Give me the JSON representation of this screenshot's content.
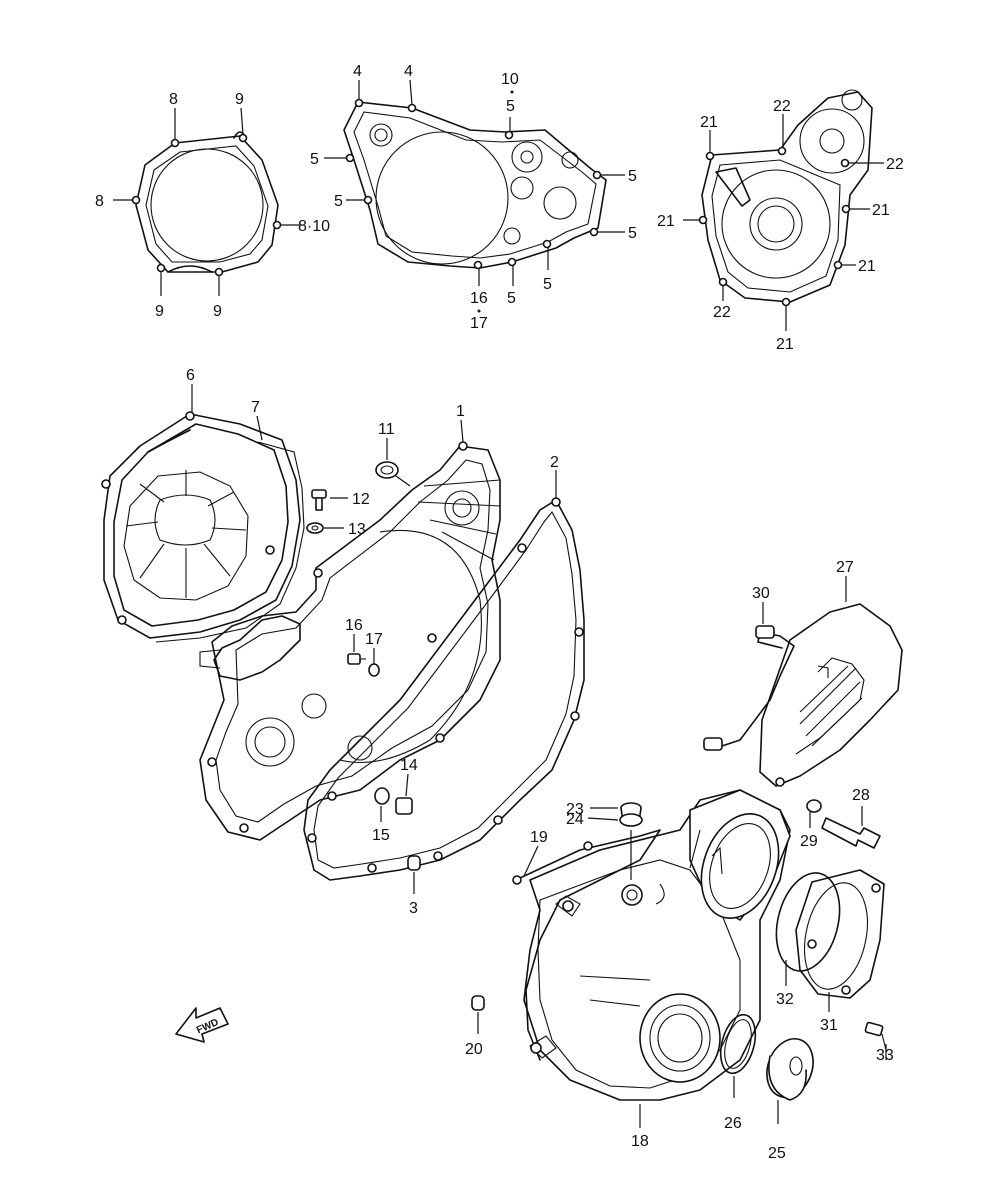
{
  "diagram": {
    "fwd_label": "FWD",
    "callouts": {
      "c1": "1",
      "c2": "2",
      "c3": "3",
      "c6": "6",
      "c7": "7",
      "c11": "11",
      "c12": "12",
      "c13": "13",
      "c14": "14",
      "c15": "15",
      "c16": "16",
      "c17": "17",
      "c18": "18",
      "c19": "19",
      "c20": "20",
      "c23": "23",
      "c24": "24",
      "c25": "25",
      "c26": "26",
      "c27": "27",
      "c28": "28",
      "c29": "29",
      "c30": "30",
      "c31": "31",
      "c32": "32",
      "c33": "33"
    },
    "gasket_left": {
      "top_8": "8",
      "top_9": "9",
      "left_8": "8",
      "right_810": "8·10",
      "bot_9a": "9",
      "bot_9b": "9"
    },
    "gasket_mid": {
      "top_4a": "4",
      "top_4b": "4",
      "top_10": "10",
      "top_5": "5",
      "left_5a": "5",
      "left_5b": "5",
      "right_5a": "5",
      "right_5b": "5",
      "bot_5a": "5",
      "bot_5b": "5",
      "bot_16": "16",
      "bot_17": "17"
    },
    "gasket_right": {
      "top_21": "21",
      "top_22": "22",
      "right_22": "22",
      "left_21": "21",
      "right_21a": "21",
      "right_21b": "21",
      "bot_22": "22",
      "bot_21": "21"
    }
  }
}
